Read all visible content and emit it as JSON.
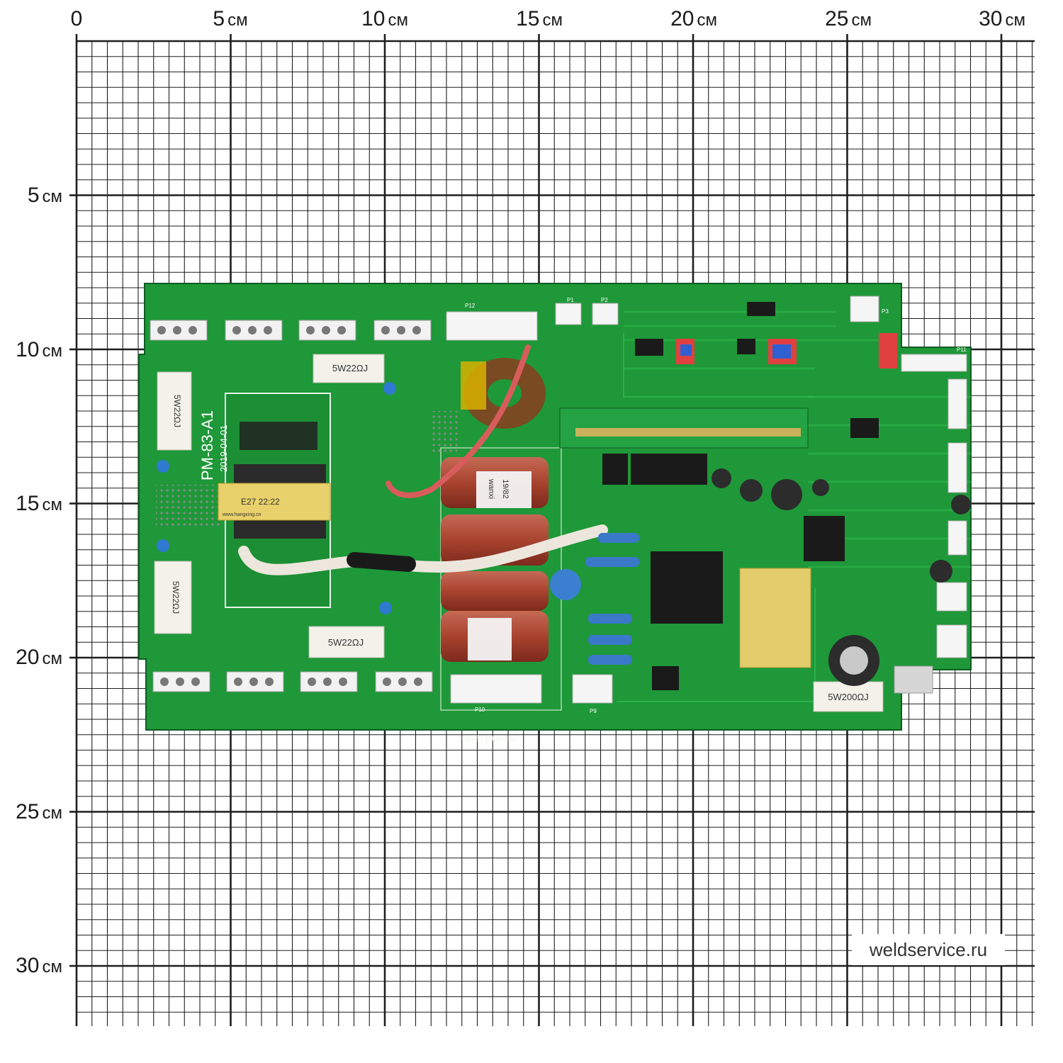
{
  "ruler": {
    "unit": "см",
    "x_ticks": [
      "0",
      "5",
      "10",
      "15",
      "20",
      "25",
      "30"
    ],
    "y_ticks": [
      "5",
      "10",
      "15",
      "20",
      "25",
      "30"
    ]
  },
  "board": {
    "model_label": "PM-83-A1",
    "date_label": "2019-04-01",
    "serial_label": "505-2T10467B0",
    "resistor_labels": [
      "5W22ΩJ",
      "5W22ΩJ",
      "5W22ΩJ",
      "5W22ΩJ",
      "5W200ΩJ"
    ],
    "transformer_labels": [
      "E27 22:22",
      "www.hangxing.cn"
    ],
    "capacitor_labels": [
      "wanxi",
      "19/82"
    ],
    "connector_labels": [
      "P12",
      "P10",
      "P9",
      "P1",
      "P2",
      "P3",
      "P11"
    ]
  },
  "watermark": "weldservice.ru",
  "colors": {
    "grid_line": "#1e1e1e",
    "pcb_green": "#1f9a3a",
    "capacitor_red": "#b04a36",
    "background": "#ffffff"
  }
}
